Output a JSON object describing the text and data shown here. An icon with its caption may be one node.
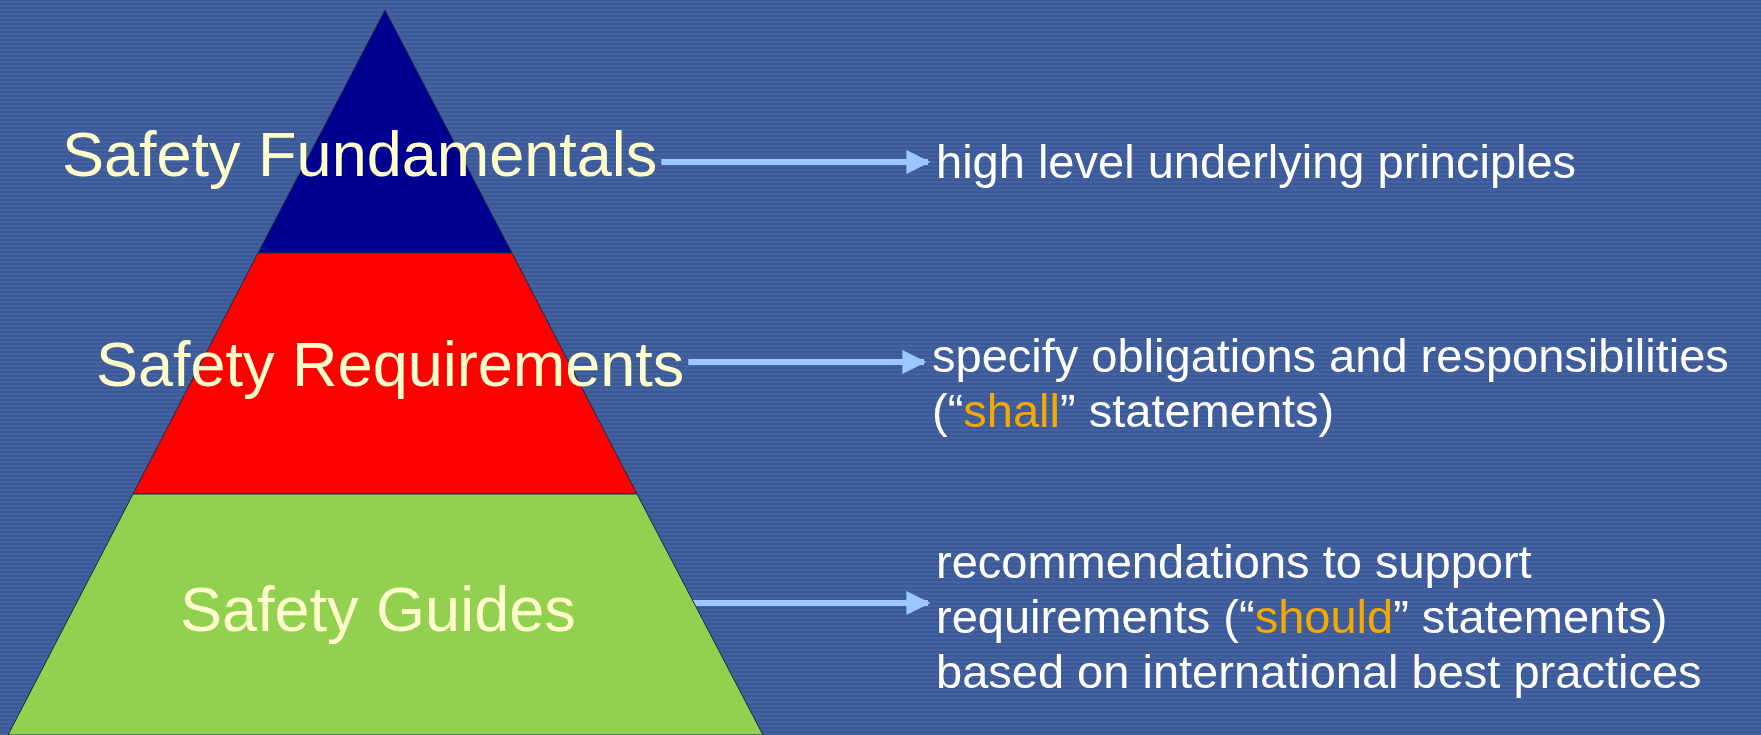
{
  "diagram": {
    "nodes": [
      {
        "text": [
          "Safety Fundamentals"
        ]
      },
      {
        "text": [
          "Safety Requirements"
        ]
      },
      {
        "text": [
          "Safety Guides"
        ]
      },
      {
        "text": [
          "high level underlying principles"
        ]
      },
      {
        "text": [
          "specify obligations and responsibilities (“**shall**” statements)"
        ]
      },
      {
        "text": [
          "recommendations to support requirements (“**should**” statements) based on international best practices"
        ]
      }
    ],
    "edges": [
      {
        "from": 0,
        "to": 3,
        "arrow": "to"
      },
      {
        "from": 1,
        "to": 4,
        "arrow": "to"
      },
      {
        "from": 2,
        "to": 5,
        "arrow": "to"
      }
    ]
  }
}
